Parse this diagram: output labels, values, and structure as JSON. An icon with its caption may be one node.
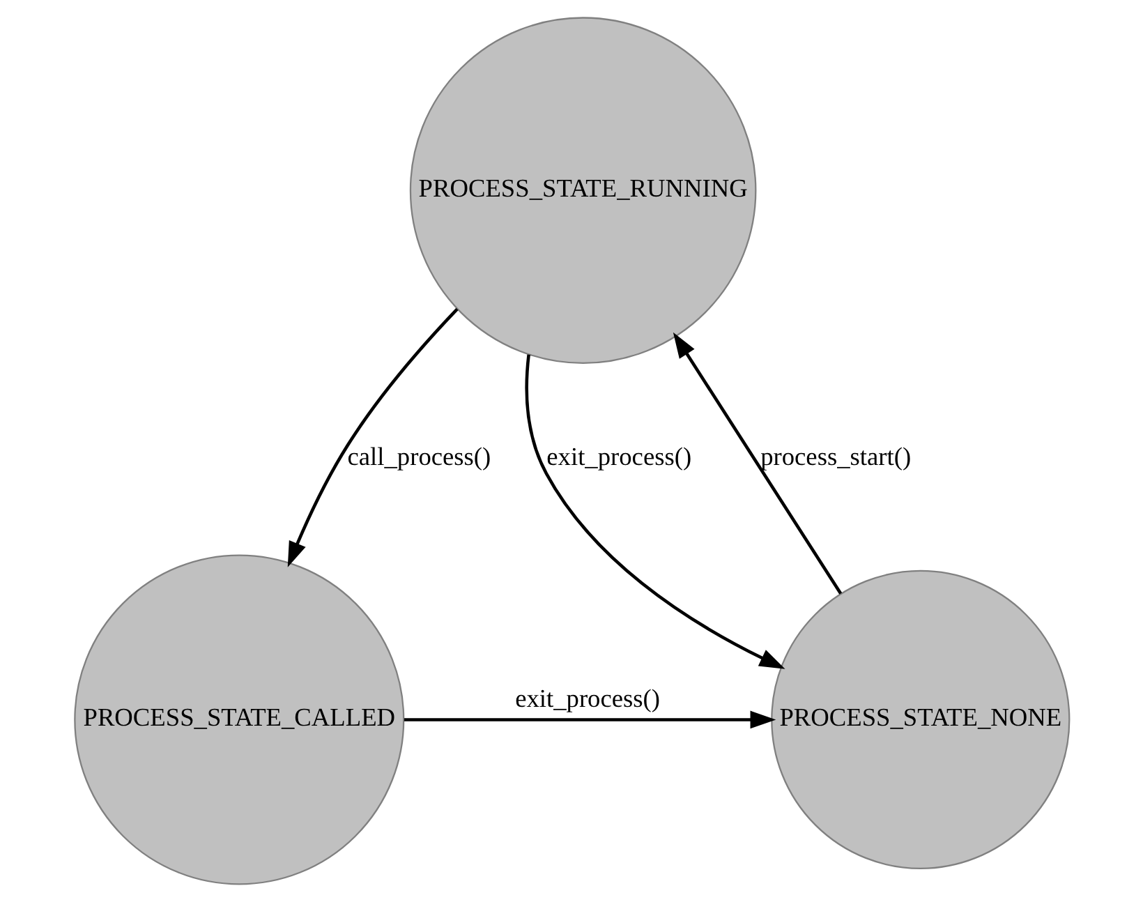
{
  "diagram": {
    "nodes": [
      {
        "text": [
          "PROCESS_STATE_RUNNING"
        ]
      },
      {
        "text": [
          "PROCESS_STATE_CALLED"
        ]
      },
      {
        "text": [
          "PROCESS_STATE_NONE"
        ]
      }
    ],
    "edges": [
      {
        "from": 0,
        "to": 1,
        "arrow": "to",
        "label": "call_process()"
      },
      {
        "from": 0,
        "to": 2,
        "arrow": "to",
        "label": "exit_process()"
      },
      {
        "from": 2,
        "to": 0,
        "arrow": "to",
        "label": "process_start()"
      },
      {
        "from": 1,
        "to": 2,
        "arrow": "to",
        "label": "exit_process()"
      }
    ]
  }
}
